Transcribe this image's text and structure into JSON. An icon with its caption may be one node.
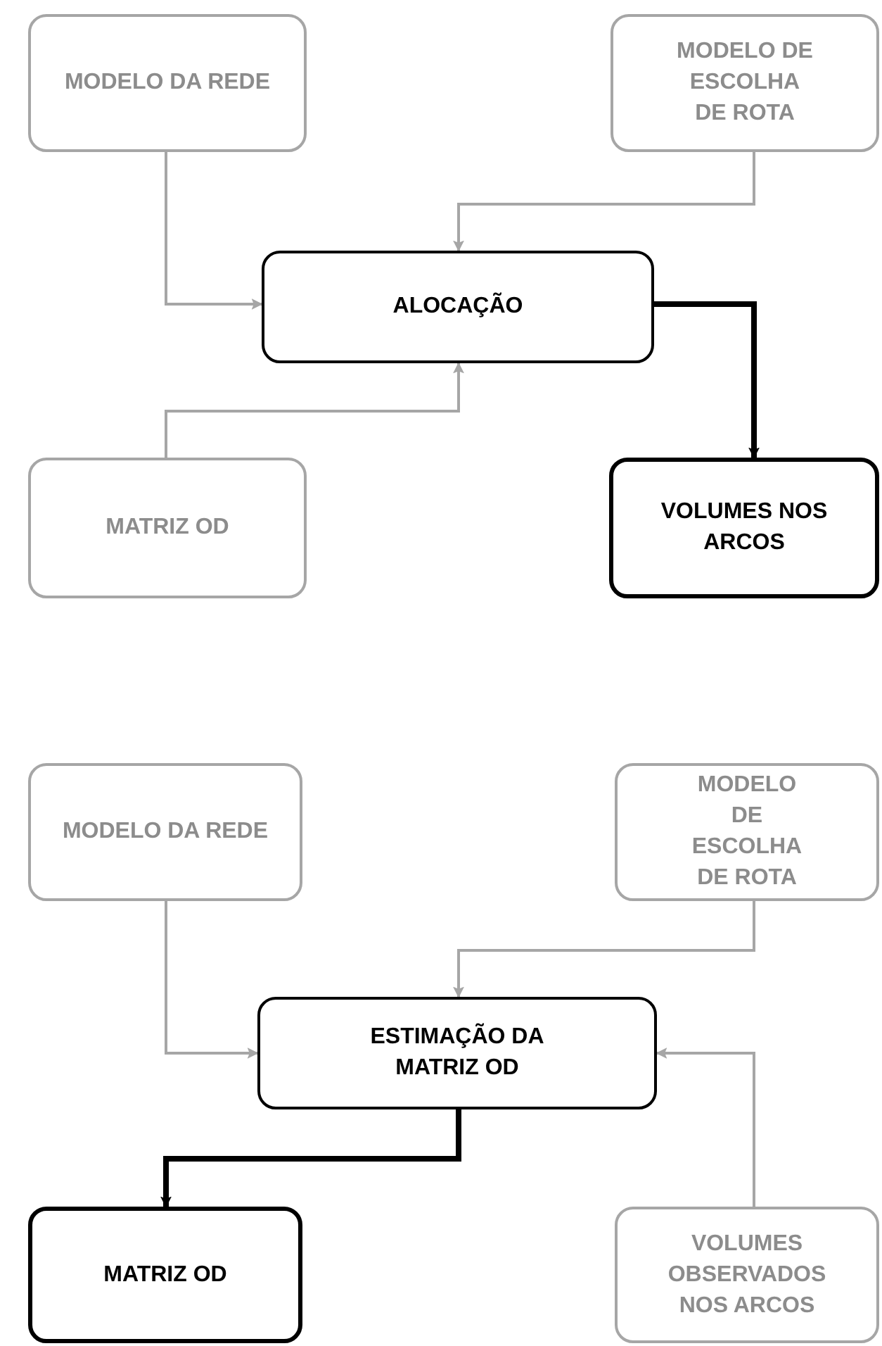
{
  "diagram": {
    "nodes": [
      {
        "text": [
          "MODELO DA REDE"
        ]
      },
      {
        "text": [
          "MODELO DE ESCOLHA DE ROTA"
        ]
      },
      {
        "text": [
          "ALOCAÇÃO"
        ]
      },
      {
        "text": [
          "MATRIZ OD"
        ]
      },
      {
        "text": [
          "VOLUMES NOS ARCOS"
        ]
      },
      {
        "text": [
          "MODELO DA REDE"
        ]
      },
      {
        "text": [
          "MODELO DE ESCOLHA DE ROTA"
        ]
      },
      {
        "text": [
          "ESTIMAÇÃO DA MATRIZ OD"
        ]
      },
      {
        "text": [
          "MATRIZ OD"
        ]
      },
      {
        "text": [
          "VOLUMES OBSERVADOS NOS ARCOS"
        ]
      }
    ],
    "edges": [
      {
        "from": 0,
        "to": 2,
        "arrow": "to"
      },
      {
        "from": 1,
        "to": 2,
        "arrow": "to"
      },
      {
        "from": 3,
        "to": 2,
        "arrow": "to"
      },
      {
        "from": 2,
        "to": 4,
        "arrow": "to",
        "style": "thick",
        "color": "#000000"
      },
      {
        "from": 5,
        "to": 7,
        "arrow": "to"
      },
      {
        "from": 6,
        "to": 7,
        "arrow": "to"
      },
      {
        "from": 9,
        "to": 7,
        "arrow": "to"
      },
      {
        "from": 7,
        "to": 8,
        "arrow": "to",
        "style": "thick",
        "color": "#000000"
      }
    ]
  }
}
